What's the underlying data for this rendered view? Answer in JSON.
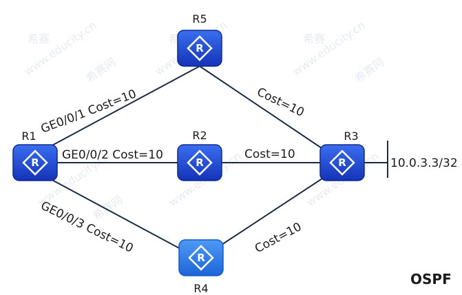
{
  "diagram": {
    "title": "OSPF",
    "routers": [
      {
        "id": "R1",
        "label": "R1",
        "color": "#1e4fd8"
      },
      {
        "id": "R2",
        "label": "R2",
        "color": "#1e4fd8"
      },
      {
        "id": "R3",
        "label": "R3",
        "color": "#1e4fd8"
      },
      {
        "id": "R4",
        "label": "R4",
        "color": "#2b7de9"
      },
      {
        "id": "R5",
        "label": "R5",
        "color": "#1e4fd8"
      }
    ],
    "router_icon_glyph": "R",
    "links": [
      {
        "id": "r1-r5",
        "label": "GE0/0/1 Cost=10"
      },
      {
        "id": "r5-r3",
        "label": "Cost=10"
      },
      {
        "id": "r1-r2",
        "label": "GE0/0/2 Cost=10"
      },
      {
        "id": "r2-r3",
        "label": "Cost=10"
      },
      {
        "id": "r1-r4",
        "label": "GE0/0/3 Cost=10"
      },
      {
        "id": "r4-r3",
        "label": "Cost=10"
      }
    ],
    "stub_network": {
      "label": "10.0.3.3/32"
    },
    "watermarks": [
      "希赛",
      "www.educity.cn",
      "希赛网"
    ]
  }
}
